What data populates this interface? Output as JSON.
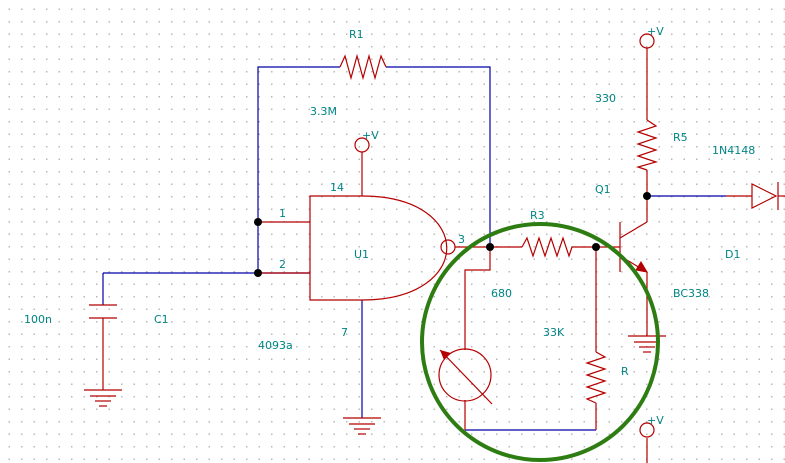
{
  "labels": {
    "r1_ref": "R1",
    "r1_val": "3.3M",
    "vcc_u1": "+V",
    "u1_pin14": "14",
    "u1_pin1": "1",
    "u1_pin2": "2",
    "u1_pin3": "3",
    "u1_pin7": "7",
    "u1_ref": "U1",
    "u1_val": "4093a",
    "c1_val": "100n",
    "c1_ref": "C1",
    "r3_ref": "R3",
    "r3_val": "680",
    "r_val": "33K",
    "r_ref": "R",
    "vcc_top": "+V",
    "r5_val": "330",
    "r5_ref": "R5",
    "q1_ref": "Q1",
    "q1_val": "BC338",
    "d1_val": "1N4148",
    "d1_ref": "D1",
    "vcc_bottom": "+V"
  },
  "colors": {
    "wire_blue": "#0000a8",
    "component_red": "#b40000",
    "label_teal": "#008484",
    "highlight_green": "#2e7d12",
    "junction": "#000000"
  }
}
